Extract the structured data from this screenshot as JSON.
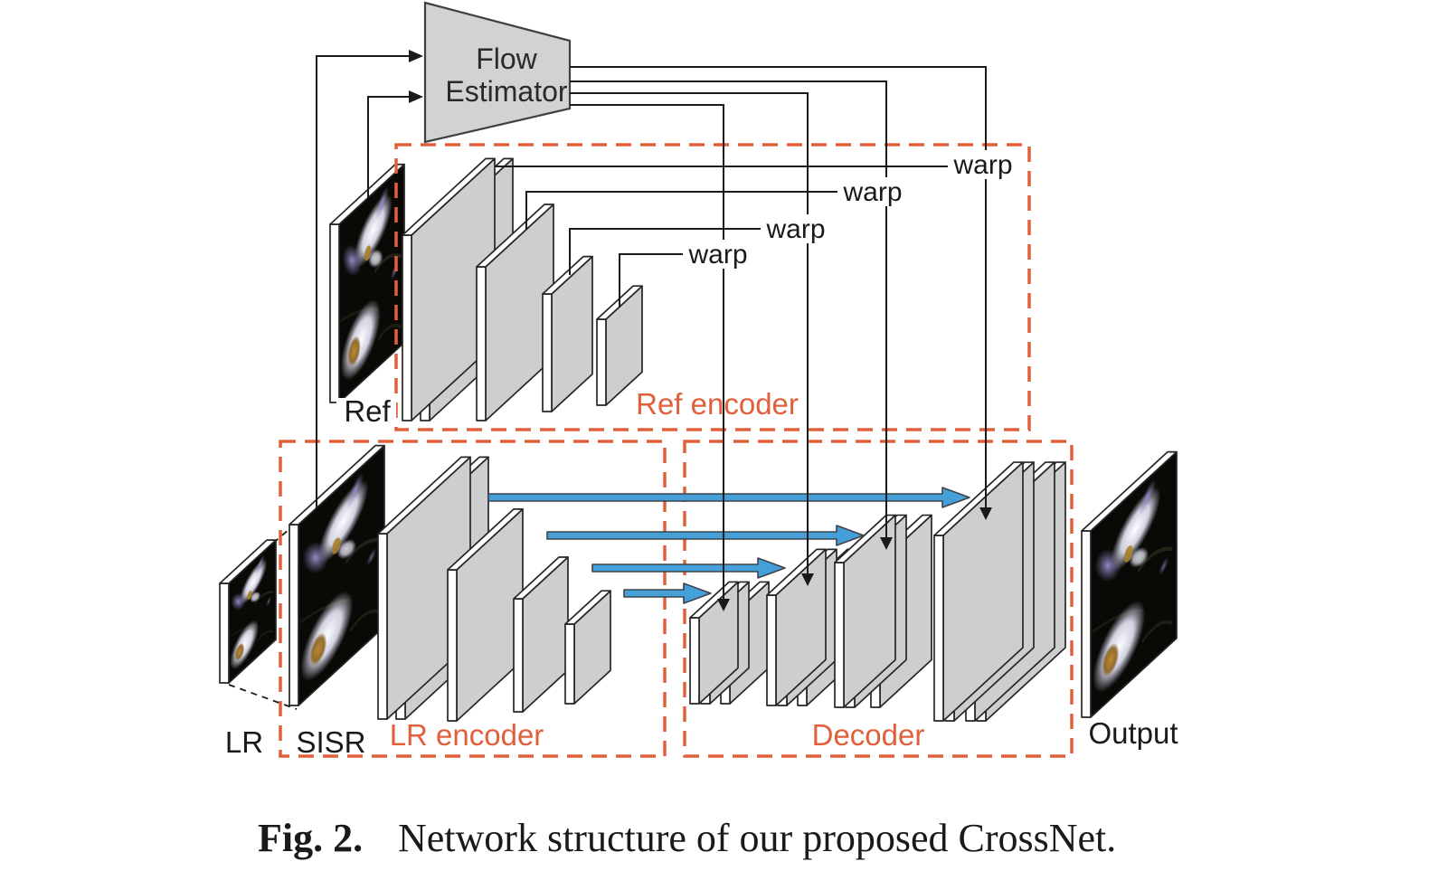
{
  "figure_caption": {
    "prefix": "Fig. 2.",
    "text": "Network structure of our proposed CrossNet."
  },
  "flow_estimator": {
    "label_line1": "Flow",
    "label_line2": "Estimator"
  },
  "regions": {
    "ref_encoder": "Ref encoder",
    "lr_encoder": "LR encoder",
    "decoder": "Decoder"
  },
  "io_labels": {
    "ref": "Ref",
    "lr": "LR",
    "sisr": "SISR",
    "output": "Output"
  },
  "warp_labels": [
    "warp",
    "warp",
    "warp",
    "warp"
  ],
  "icons": {
    "skip_connection_icon": "blue-right-arrow",
    "warp_insertion_icon": "black-down-arrow",
    "input_icon": "black-right-arrow"
  },
  "colors": {
    "region_border_orange": "#E0603C",
    "skip_arrow_blue": "#459FD9",
    "plate_face_gray": "#CECECE",
    "line_black": "#1A1A1A",
    "flow_estimator_gray": "#D2D2D2"
  }
}
